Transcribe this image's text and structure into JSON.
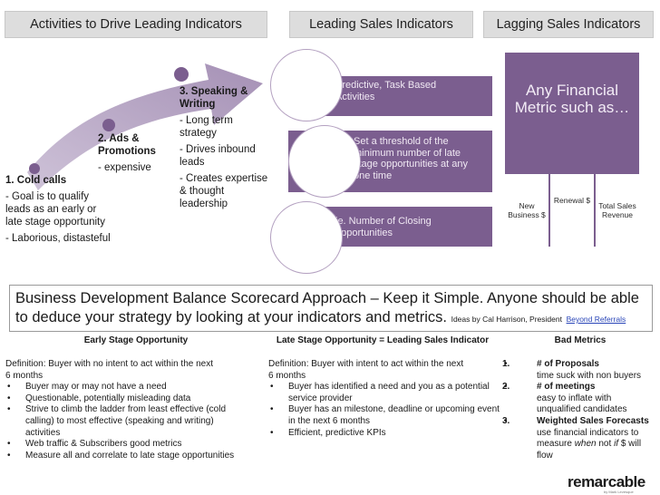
{
  "headers": {
    "activities": "Activities to Drive Leading Indicators",
    "leading": "Leading Sales Indicators",
    "lagging": "Lagging Sales Indicators"
  },
  "steps": [
    {
      "title": "1. Cold calls",
      "lines": [
        "- Goal is to qualify leads as an early or late stage opportunity",
        "- Laborious, distasteful"
      ]
    },
    {
      "title": "2. Ads & Promotions",
      "lines": [
        "- expensive"
      ]
    },
    {
      "title": "3. Speaking & Writing",
      "lines": [
        "- Long term strategy",
        "- Drives inbound leads",
        "- Creates expertise & thought leadership"
      ]
    }
  ],
  "leading_items": [
    "Predictive, Task Based Activities",
    "Set a threshold of the minimum number of late stage opportunities at any one time",
    "ie. Number of  Closing opportunities"
  ],
  "lagging": {
    "headline": "Any Financial Metric such as…",
    "metrics": [
      "New Business $",
      "Renewal $",
      "Total Sales Revenue"
    ]
  },
  "banner": {
    "text": "Business Development Balance Scorecard Approach – Keep it Simple.  Anyone should be able to  deduce your strategy by looking at your indicators and metrics.",
    "credit": "Ideas by Cal Harrison, President",
    "link": "Beyond Referrals"
  },
  "early": {
    "heading": "Early Stage Opportunity",
    "definition": "Definition: Buyer with no intent to act within the next 6 months",
    "bullets": [
      "Buyer may or may not have a need",
      "Questionable, potentially misleading data",
      "Strive to climb the ladder from least effective (cold calling) to most effective (speaking and writing) activities",
      "Web traffic & Subscribers good metrics",
      "Measure all and correlate to late stage opportunities"
    ]
  },
  "late": {
    "heading": "Late Stage Opportunity = Leading Sales Indicator",
    "definition": "Definition: Buyer with intent to act within the next 6 months",
    "bullets": [
      "Buyer has identified a need and you as a potential service provider",
      "Buyer has an milestone, deadline or upcoming event in the next 6 months",
      "Efficient, predictive KPIs"
    ]
  },
  "bad": {
    "heading": "Bad Metrics",
    "items": [
      {
        "num": "1.",
        "title": "# of Proposals",
        "desc": "time suck with non buyers"
      },
      {
        "num": "2.",
        "title": "# of meetings",
        "desc": "easy to inflate with unqualified candidates"
      },
      {
        "num": "3.",
        "title": "Weighted Sales Forecasts",
        "desc_pre": "use financial indicators to measure ",
        "desc_em1": "when",
        "desc_mid": " not ",
        "desc_em2": "if",
        "desc_post": " $ will flow"
      }
    ]
  },
  "logo": {
    "text": "remarcable",
    "sub": "by Mark Levesque"
  },
  "colors": {
    "purple": "#7b5e8f",
    "header_gray": "#dddddd",
    "arrow": "#9b84ad",
    "link": "#2a46b8"
  }
}
